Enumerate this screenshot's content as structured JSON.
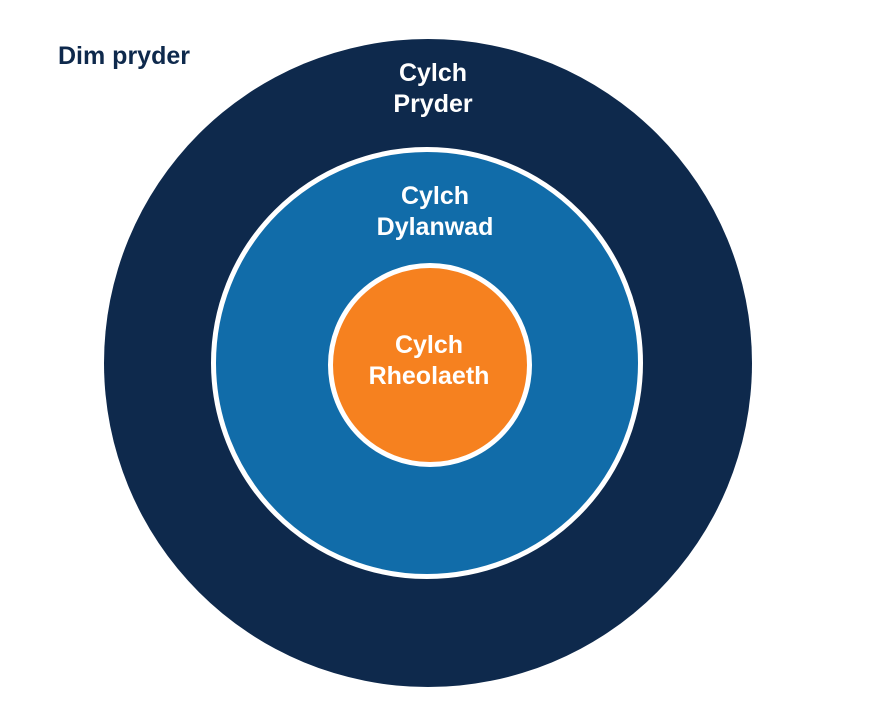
{
  "page": {
    "background_color": "#FFFFFF",
    "outside_label": "Dim pryder"
  },
  "circles": {
    "concern": {
      "label_line1": "Cylch",
      "label_line2": "Pryder",
      "color": "#0E294C"
    },
    "influence": {
      "label_line1": "Cylch",
      "label_line2": "Dylanwad",
      "color": "#116CA9"
    },
    "control": {
      "label_line1": "Cylch",
      "label_line2": "Rheolaeth",
      "color": "#F6811F"
    }
  },
  "ring_border_color": "#FFFFFF",
  "text_color_on_circles": "#FFFFFF"
}
